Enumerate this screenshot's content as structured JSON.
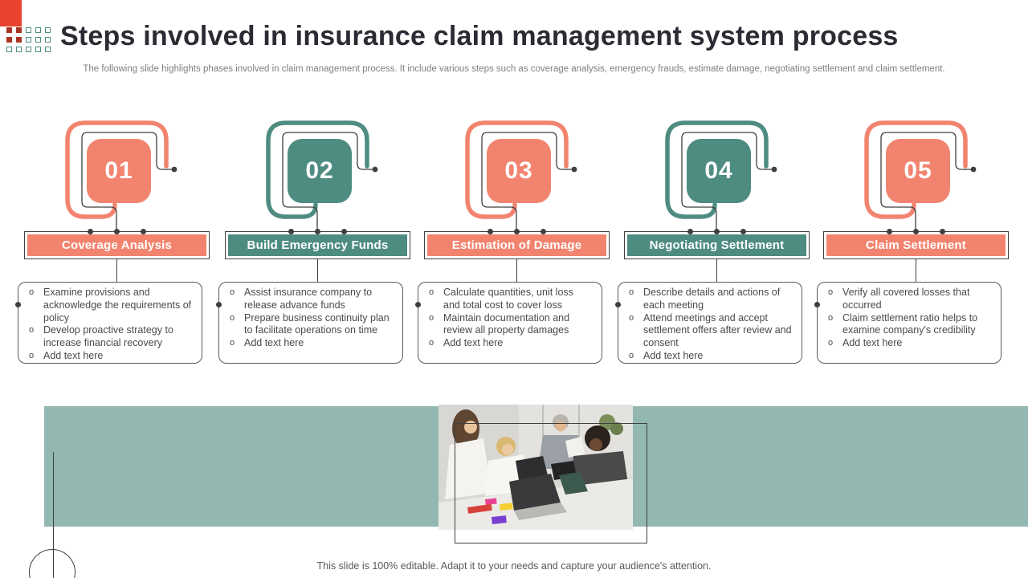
{
  "slide": {
    "title": "Steps involved in insurance claim management system process",
    "subtitle": "The following slide highlights phases involved in claim management process. It include various steps such as coverage analysis, emergency frauds, estimate damage, negotiating settlement and claim settlement.",
    "footer": "This slide is 100% editable. Adapt it to your needs and capture your audience's attention."
  },
  "colors": {
    "salmon": "#F2846F",
    "teal": "#4E8C82",
    "band": "#93B8B1",
    "red_accent": "#E8432D",
    "red_fill": "#AA3524",
    "dark_line": "#3F3F3F",
    "title_text": "#2E2A33",
    "body_text": "#4A4A4A",
    "muted_text": "#7F7F7F",
    "footer_text": "#595959",
    "box_border": "#5A5A5A"
  },
  "steps": [
    {
      "number": "01",
      "accent": "salmon",
      "title": "Coverage Analysis",
      "bullets": [
        "Examine provisions and acknowledge the requirements of policy",
        "Develop proactive strategy to increase financial recovery",
        "Add text here"
      ]
    },
    {
      "number": "02",
      "accent": "teal",
      "title": "Build Emergency Funds",
      "bullets": [
        "Assist insurance company to release advance funds",
        "Prepare business continuity plan to facilitate operations on time",
        "Add text here"
      ]
    },
    {
      "number": "03",
      "accent": "salmon",
      "title": "Estimation of Damage",
      "bullets": [
        "Calculate quantities, unit loss and total cost to cover loss",
        "Maintain documentation and review all property damages",
        "Add text here"
      ]
    },
    {
      "number": "04",
      "accent": "teal",
      "title": "Negotiating Settlement",
      "bullets": [
        "Describe details and actions of each meeting",
        "Attend meetings and accept settlement offers after review and consent",
        "Add text here"
      ]
    },
    {
      "number": "05",
      "accent": "salmon",
      "title": "Claim Settlement",
      "bullets": [
        "Verify all covered losses that occurred",
        "Claim settlement ratio helps to examine company's credibility",
        "Add text here"
      ]
    }
  ],
  "photo": {
    "name": "office-team-photo"
  }
}
